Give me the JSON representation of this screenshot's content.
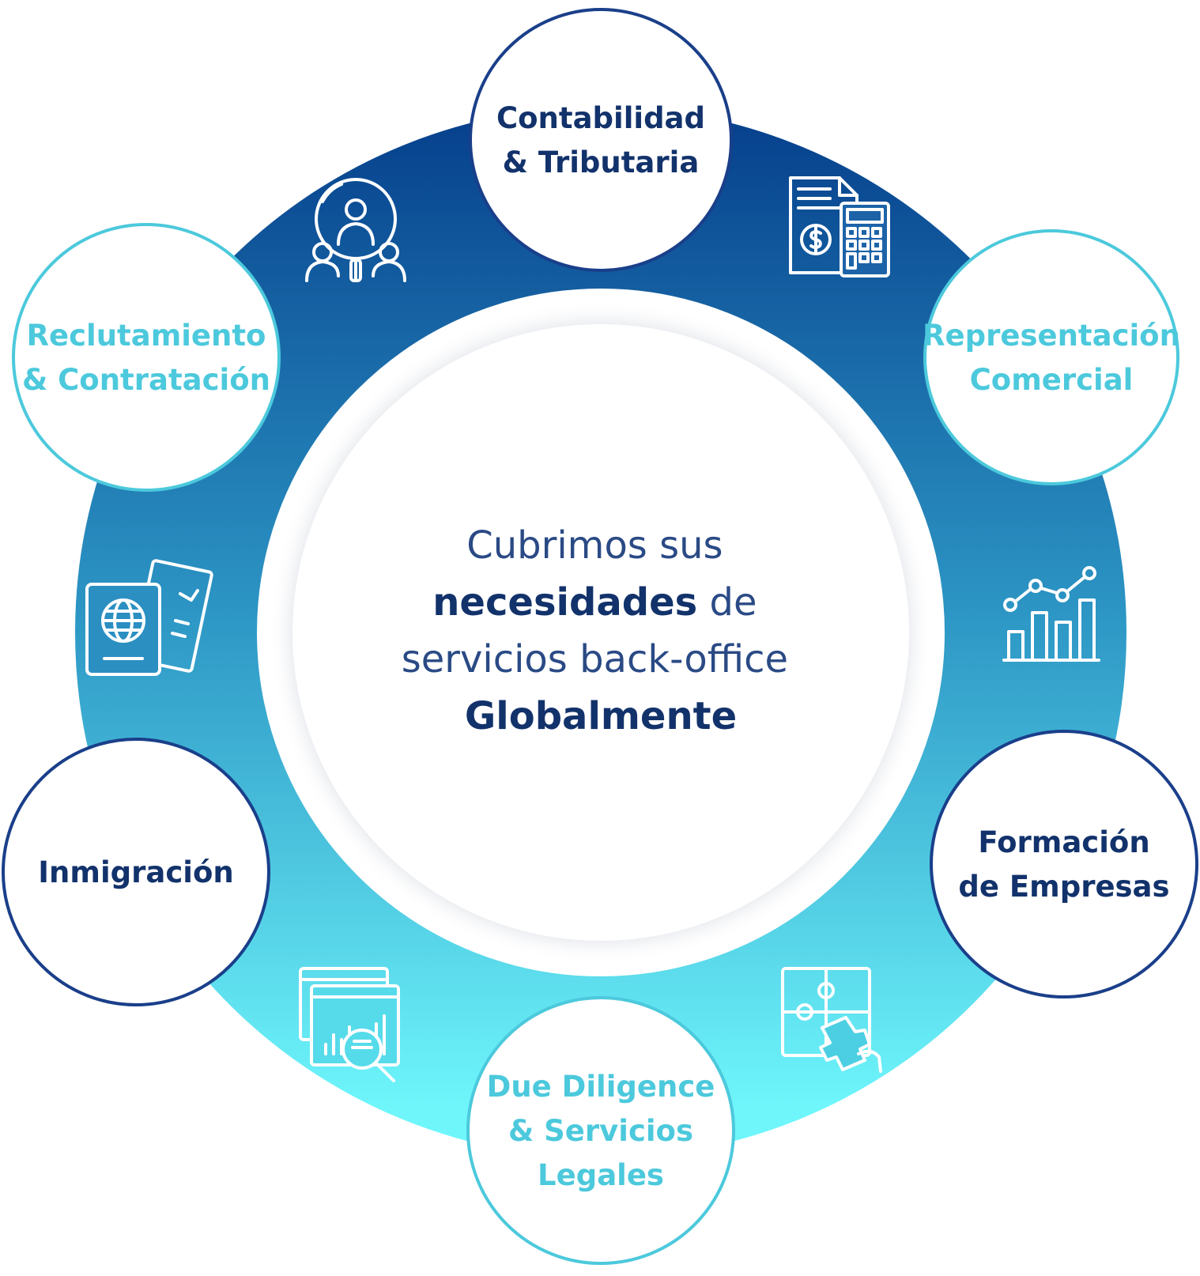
{
  "center": {
    "line1": "Cubrimos sus",
    "line2_bold": "necesidades",
    "line2_rest": " de",
    "line3": "servicios back-office",
    "line4": "Globalmente"
  },
  "nodes": [
    {
      "id": "contabilidad",
      "lines": [
        "Contabilidad",
        "& Tributaria"
      ],
      "border": "#1a3f8a",
      "text": "#12326b"
    },
    {
      "id": "representacion",
      "lines": [
        "Representación",
        "Comercial"
      ],
      "border": "#4cc9dc",
      "text": "#4cc9dc"
    },
    {
      "id": "formacion",
      "lines": [
        "Formación",
        "de Empresas"
      ],
      "border": "#1a3f8a",
      "text": "#12326b"
    },
    {
      "id": "due-diligence",
      "lines": [
        "Due Diligence",
        "& Servicios",
        "Legales"
      ],
      "border": "#4cc9dc",
      "text": "#4cc9dc"
    },
    {
      "id": "inmigracion",
      "lines": [
        "Inmigración"
      ],
      "border": "#1a3f8a",
      "text": "#12326b"
    },
    {
      "id": "reclutamiento",
      "lines": [
        "Reclutamiento",
        "& Contratación"
      ],
      "border": "#4cc9dc",
      "text": "#4cc9dc"
    }
  ],
  "icons": [
    "accounting-calculator-icon",
    "growth-chart-icon",
    "puzzle-hand-icon",
    "analytics-search-icon",
    "passport-ticket-icon",
    "recruitment-search-icon"
  ],
  "colors": {
    "ring_top": "#063f8c",
    "ring_bottom": "#6ef6fb",
    "center_text": "#12326b",
    "accent": "#4cc9dc"
  }
}
